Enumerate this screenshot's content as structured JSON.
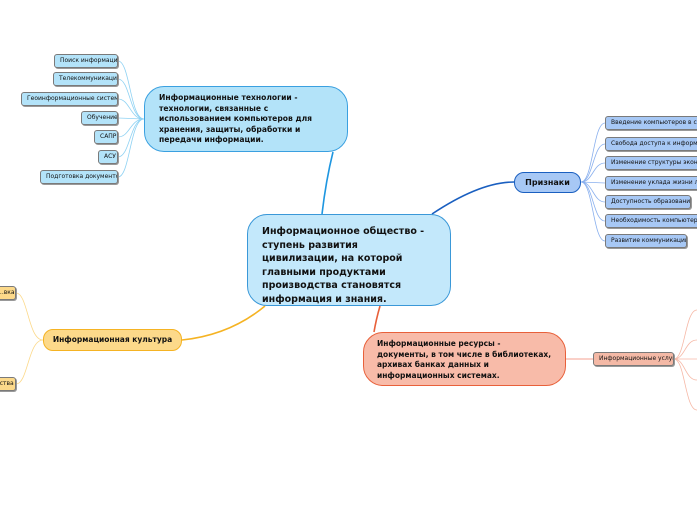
{
  "central": {
    "text": "Информационное общество - ступень развития цивилизации, на которой главными продуктами производства становятся информация и знания."
  },
  "it": {
    "text": "Информационные технологии - технологии, связанные с использованием компьютеров для хранения, защиты, обработки и передачи информации.",
    "items": [
      "Поиск информации",
      "Телекоммуникации",
      "Геоинформационные системы",
      "Обучение",
      "САПР",
      "АСУ",
      "Подготовка документов"
    ]
  },
  "signs": {
    "text": "Признаки",
    "items": [
      "Введение компьютеров в сферу",
      "Свобода доступа к информации",
      "Изменение структуры экономики",
      "Изменение уклада жизни людей",
      "Доступность образования",
      "Необходимость компьютерной",
      "Развитие коммуникаций"
    ]
  },
  "culture": {
    "text": "Информационная культура",
    "items": [
      "...вка",
      "...ства"
    ]
  },
  "resources": {
    "text": "Информационные ресурсы - документы, в том числе в библиотеках, архивах банках данных и информационных системах.",
    "items": [
      "Информационные услуги"
    ]
  },
  "colors": {
    "it": "#3aa0e0",
    "signs": "#1a5fc0",
    "culture": "#f5b323",
    "resources": "#e8603a"
  }
}
